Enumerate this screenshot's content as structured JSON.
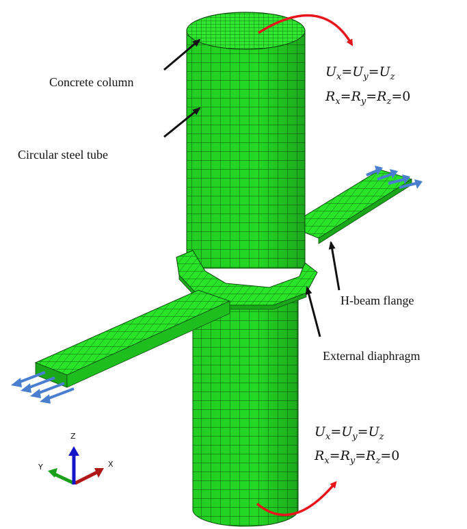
{
  "labels": {
    "concrete_column": "Concrete column",
    "circular_steel_tube": "Circular steel tube",
    "h_beam_flange": "H-beam flange",
    "external_diaphragm": "External diaphragm"
  },
  "boundary_top": {
    "u_line": [
      "U",
      "x",
      "=",
      "U",
      "y",
      "=",
      "U",
      "z"
    ],
    "r_line": [
      "R",
      "x",
      "=",
      "R",
      "y",
      "=",
      "R",
      "z",
      "=0"
    ]
  },
  "boundary_bottom": {
    "u_line": [
      "U",
      "x",
      "=",
      "U",
      "y",
      "=",
      "U",
      "z"
    ],
    "r_line": [
      "R",
      "x",
      "=",
      "R",
      "y",
      "=",
      "R",
      "z",
      "=0"
    ]
  },
  "triad": {
    "z": "Z",
    "y": "Y",
    "x": "X"
  },
  "colors": {
    "mesh_fill": "#22dd22",
    "mesh_line": "#0a4a0a",
    "rotation_arrow": "#e8141c",
    "load_arrow": "#4a7fd0",
    "axis_z": "#1515c8",
    "axis_x": "#b01818",
    "axis_y": "#18a018"
  }
}
